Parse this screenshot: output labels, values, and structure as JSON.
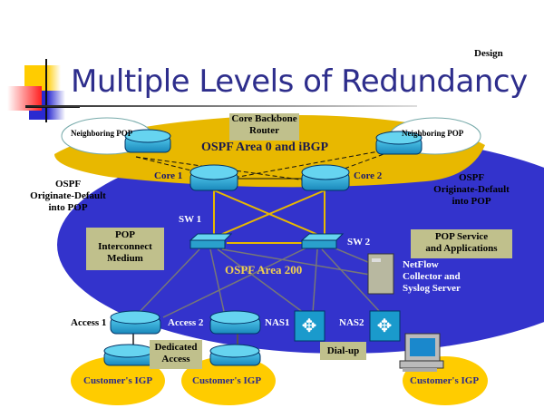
{
  "header": {
    "section_label": "Design",
    "title": "Multiple Levels of Redundancy"
  },
  "diagram": {
    "core_area": {
      "label": "OSPF Area 0 and iBGP",
      "callout": "Core Backbone Router"
    },
    "pop_area": {
      "label": "OSPF Area 200"
    },
    "neighbors": [
      "Neighboring POP",
      "Neighboring POP"
    ],
    "core_routers": [
      "Core 1",
      "Core 2"
    ],
    "switches": [
      "SW 1",
      "SW 2"
    ],
    "access_routers": [
      "Access 1",
      "Access 2"
    ],
    "nas": [
      "NAS1",
      "NAS2"
    ],
    "left_note": [
      "OSPF",
      "Originate-Default",
      "into POP"
    ],
    "right_note": [
      "OSPF",
      "Originate-Default",
      "into POP"
    ],
    "pop_interconnect": [
      "POP",
      "Interconnect",
      "Medium"
    ],
    "pop_services": [
      "POP Service",
      "and Applications"
    ],
    "server": [
      "NetFlow",
      "Collector and",
      "Syslog Server"
    ],
    "dedicated_access": [
      "Dedicated",
      "Access"
    ],
    "dialup": "Dial-up",
    "customers": [
      "Customer's IGP",
      "Customer's IGP",
      "Customer's IGP"
    ],
    "colors": {
      "title": "#2e2e8c",
      "core_band": "#e8b800",
      "pop_area": "#3333cc",
      "customer": "#ffcc00",
      "callout_box": "#c0c08c"
    }
  }
}
